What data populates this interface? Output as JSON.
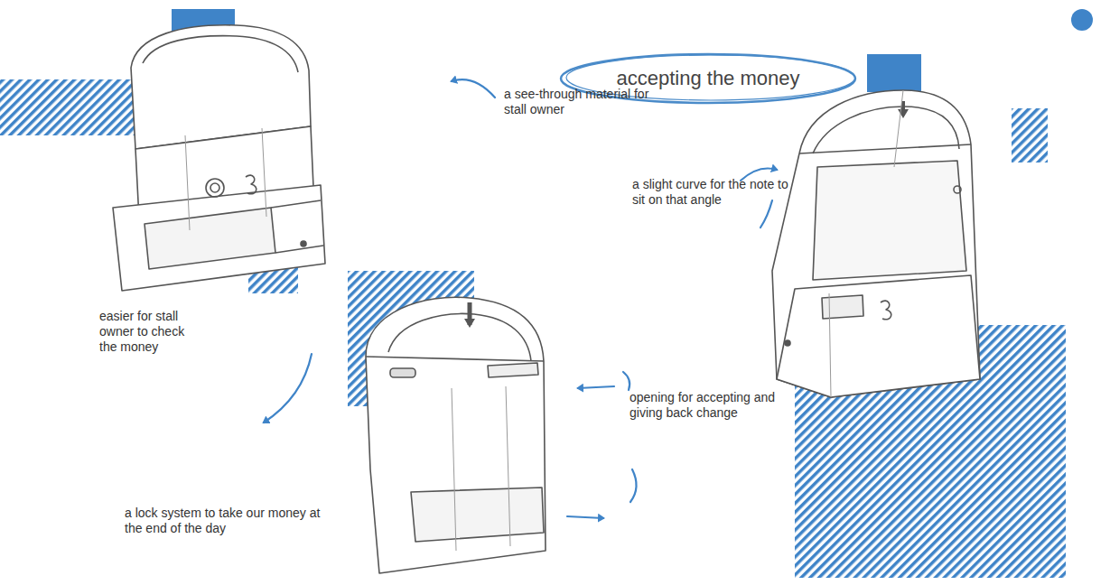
{
  "diagram": {
    "nodes": [
      {
        "text": [
          "accepting the money"
        ]
      }
    ],
    "labels": [
      "a see-through material for stall owner",
      "easier for stall owner to check the money",
      "a lock system to take our money at the end of the day",
      "opening for accepting and giving back change",
      "a slight curve for the note to sit on that angle"
    ]
  }
}
